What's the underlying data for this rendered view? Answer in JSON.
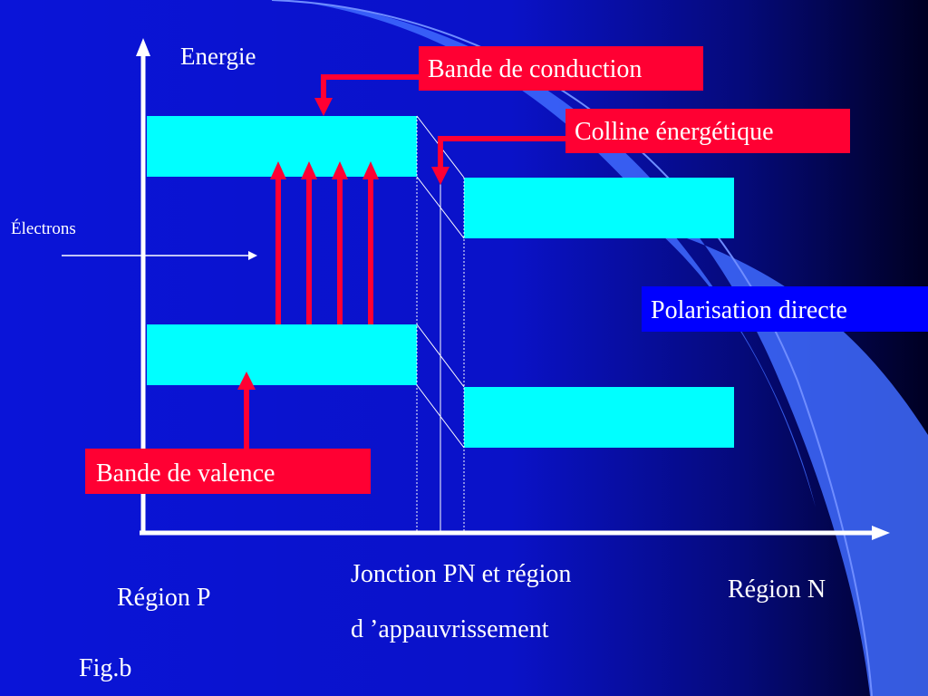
{
  "labels": {
    "energie": "Energie",
    "electrons": "Électrons",
    "conduction": "Bande de conduction",
    "colline": "Colline  énergétique",
    "polarisation": "Polarisation directe",
    "valence": "Bande de valence",
    "jonction_line1": "Jonction PN et région",
    "jonction_line2": "d ’appauvrissement",
    "region_p": "Région P",
    "region_n": "Région N",
    "fig": "Fig.b"
  },
  "colors": {
    "background_dark": "#000033",
    "background_blue": "#0a14d8",
    "band": "#00ffff",
    "label_red": "#ff0033",
    "label_blue": "#0000ff",
    "arrow_red": "#ff0033",
    "axis": "#ffffff",
    "swoosh": "#3f6bff"
  },
  "icons": {
    "electron_arrow": "right-arrow-icon",
    "excitation_arrows": "up-arrow-icon",
    "pointer_arrows": "down-arrow-icon"
  }
}
